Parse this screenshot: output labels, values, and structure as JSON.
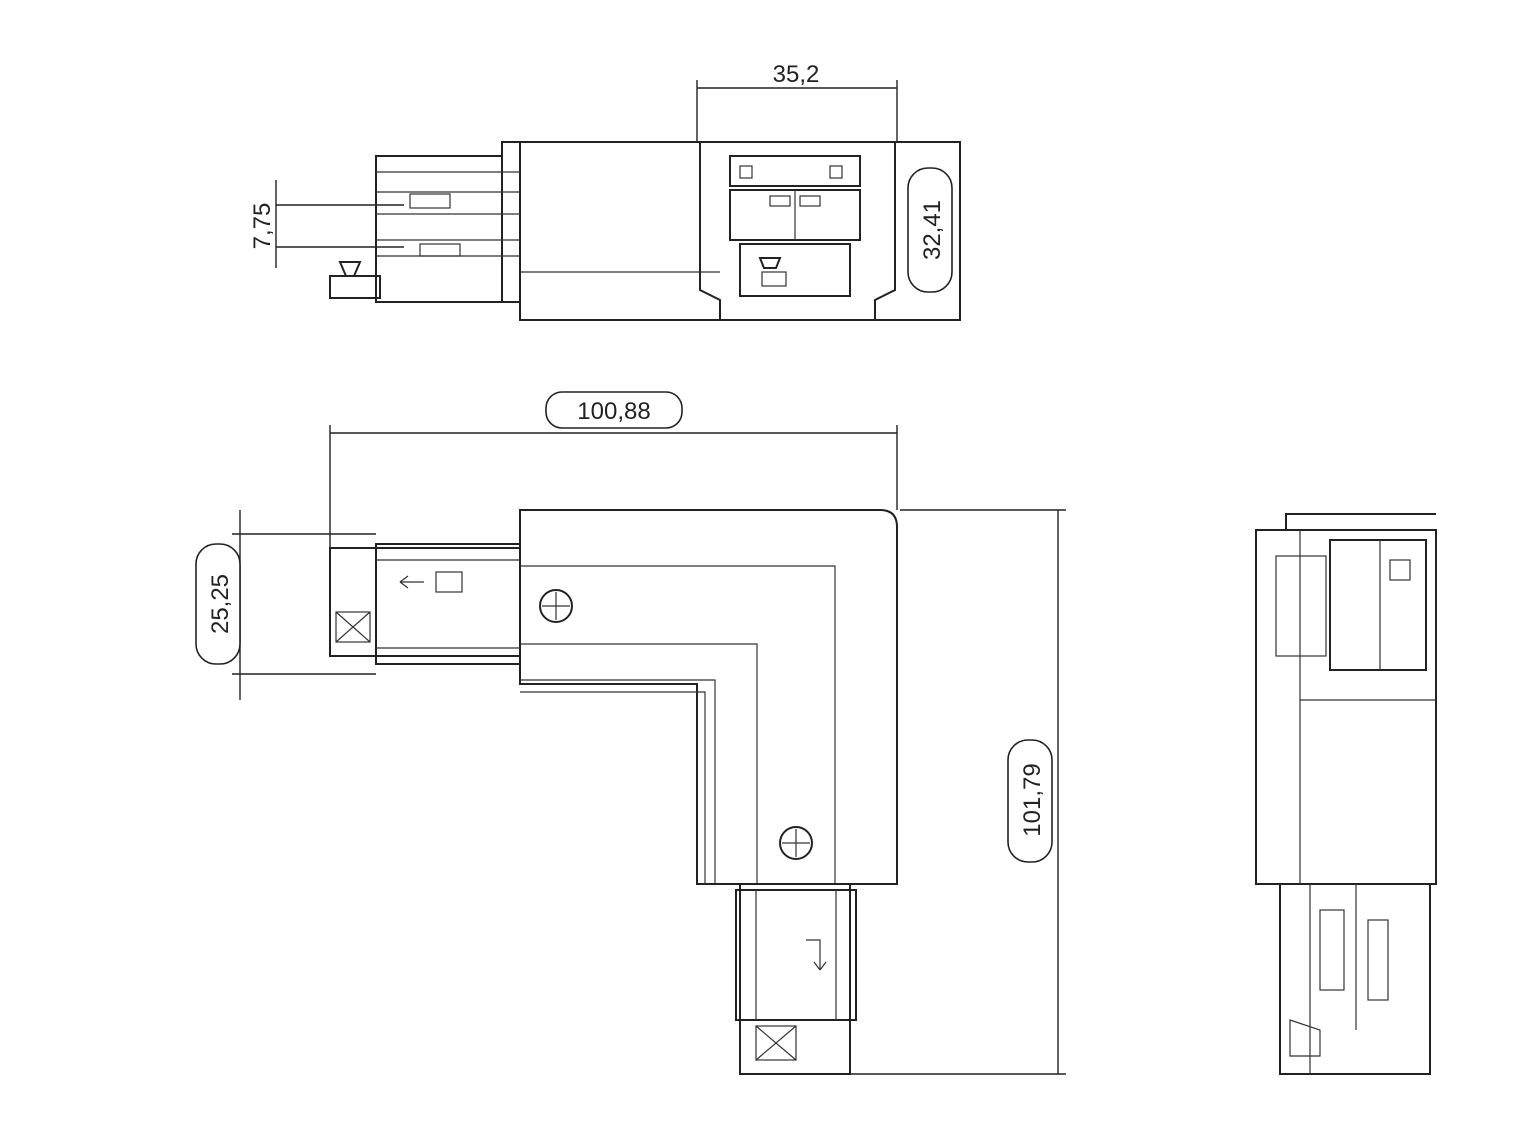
{
  "drawing": {
    "top_view": {
      "width_dim": "35,2",
      "height_dim": "32,41",
      "offset_dim": "7,75"
    },
    "front_view": {
      "overall_width_dim": "100,88",
      "overall_height_dim": "101,79",
      "track_height_dim": "25,25"
    }
  }
}
